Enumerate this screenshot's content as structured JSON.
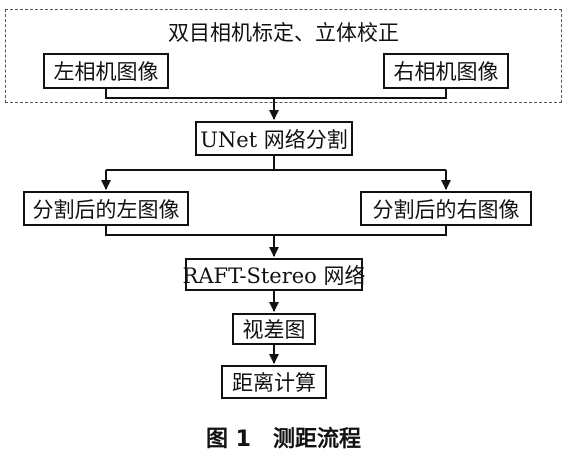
{
  "calibration_group": {
    "title": "双目相机标定、立体校正"
  },
  "nodes": {
    "left_camera_image": "左相机图像",
    "right_camera_image": "右相机图像",
    "unet_segmentation": "UNet 网络分割",
    "left_segmented_image": "分割后的左图像",
    "right_segmented_image": "分割后的右图像",
    "raft_stereo": "RAFT-Stereo 网络",
    "disparity_map": "视差图",
    "distance_calc": "距离计算"
  },
  "caption": "图 1　测距流程"
}
